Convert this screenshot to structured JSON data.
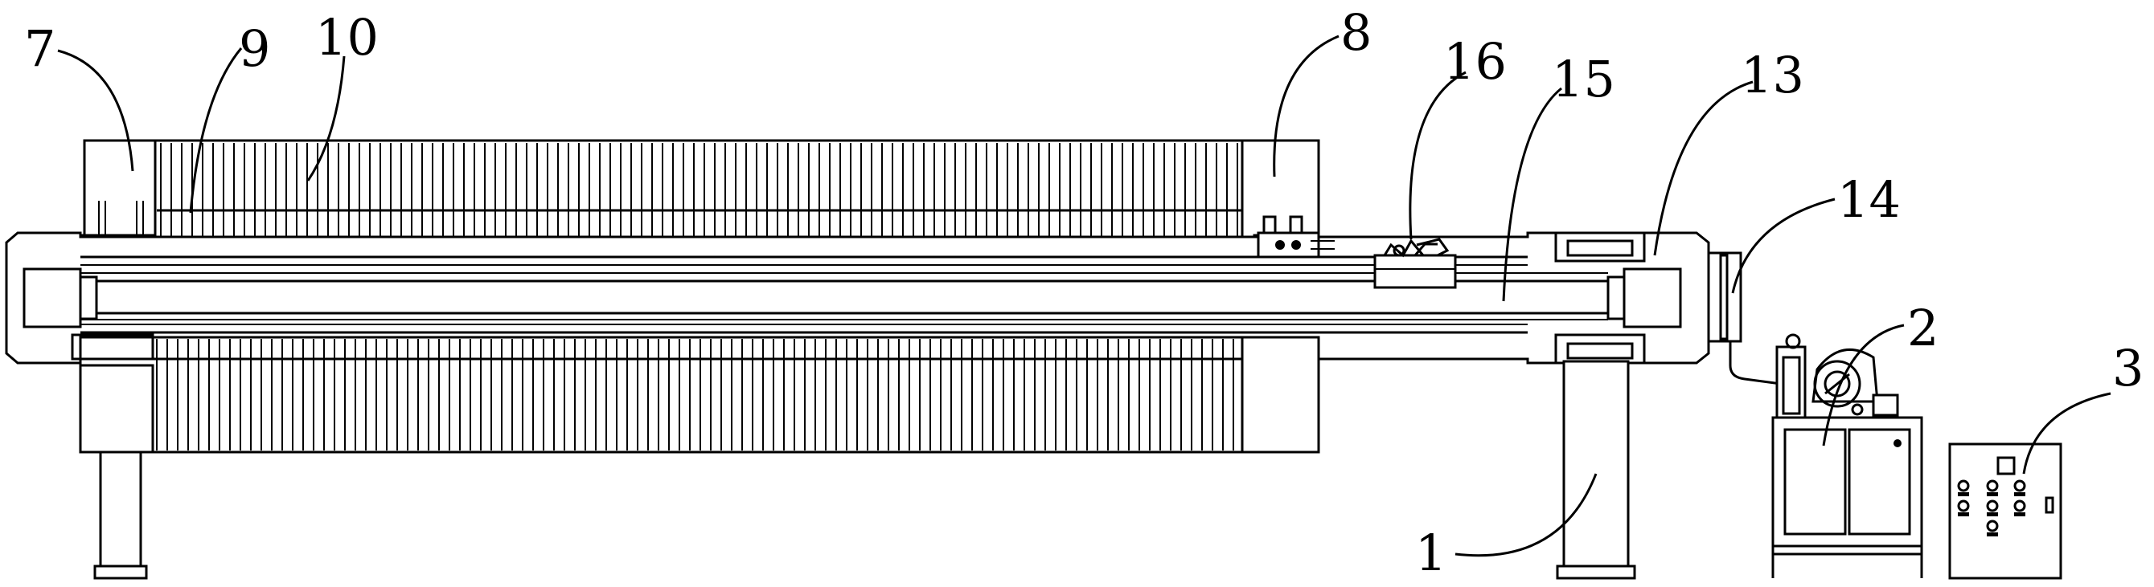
{
  "figure": {
    "title": "",
    "labels": {
      "l1": "1",
      "l2": "2",
      "l3": "3",
      "l7": "7",
      "l8": "8",
      "l9": "9",
      "l10": "10",
      "l13": "13",
      "l14": "14",
      "l15": "15",
      "l16": "16"
    }
  }
}
